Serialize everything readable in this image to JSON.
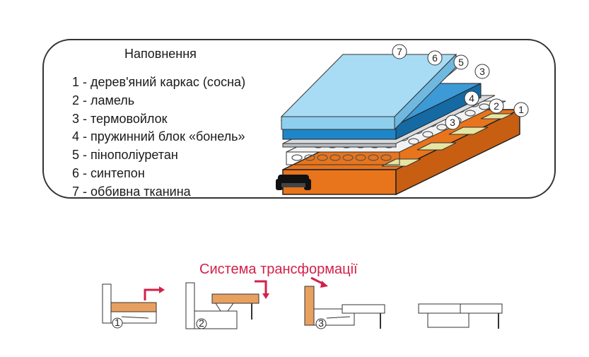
{
  "diagram": {
    "title": "Наповнення",
    "legend": [
      "1 - дерев'яний каркас (сосна)",
      "2 - ламель",
      "3 - термовойлок",
      "4 - пружинний блок «бонель»",
      "5 - пінополіуретан",
      "6 - синтепон",
      "7 - оббивна тканина"
    ],
    "layer_numbers": [
      "7",
      "6",
      "5",
      "3",
      "4",
      "2",
      "1",
      "3"
    ],
    "colors": {
      "fabric": "#8ecfee",
      "synthepon": "#cccccc",
      "foam": "#1e86c8",
      "felt": "#b9bec4",
      "frame": "#e8741c",
      "lamel": "#e6e6a2",
      "spring": "#555555"
    }
  },
  "transformation": {
    "title": "Система трансформації",
    "step_numbers": [
      "1",
      "2",
      "3"
    ],
    "colors": {
      "seat": "#e8a060",
      "arrow": "#d3204a"
    }
  }
}
